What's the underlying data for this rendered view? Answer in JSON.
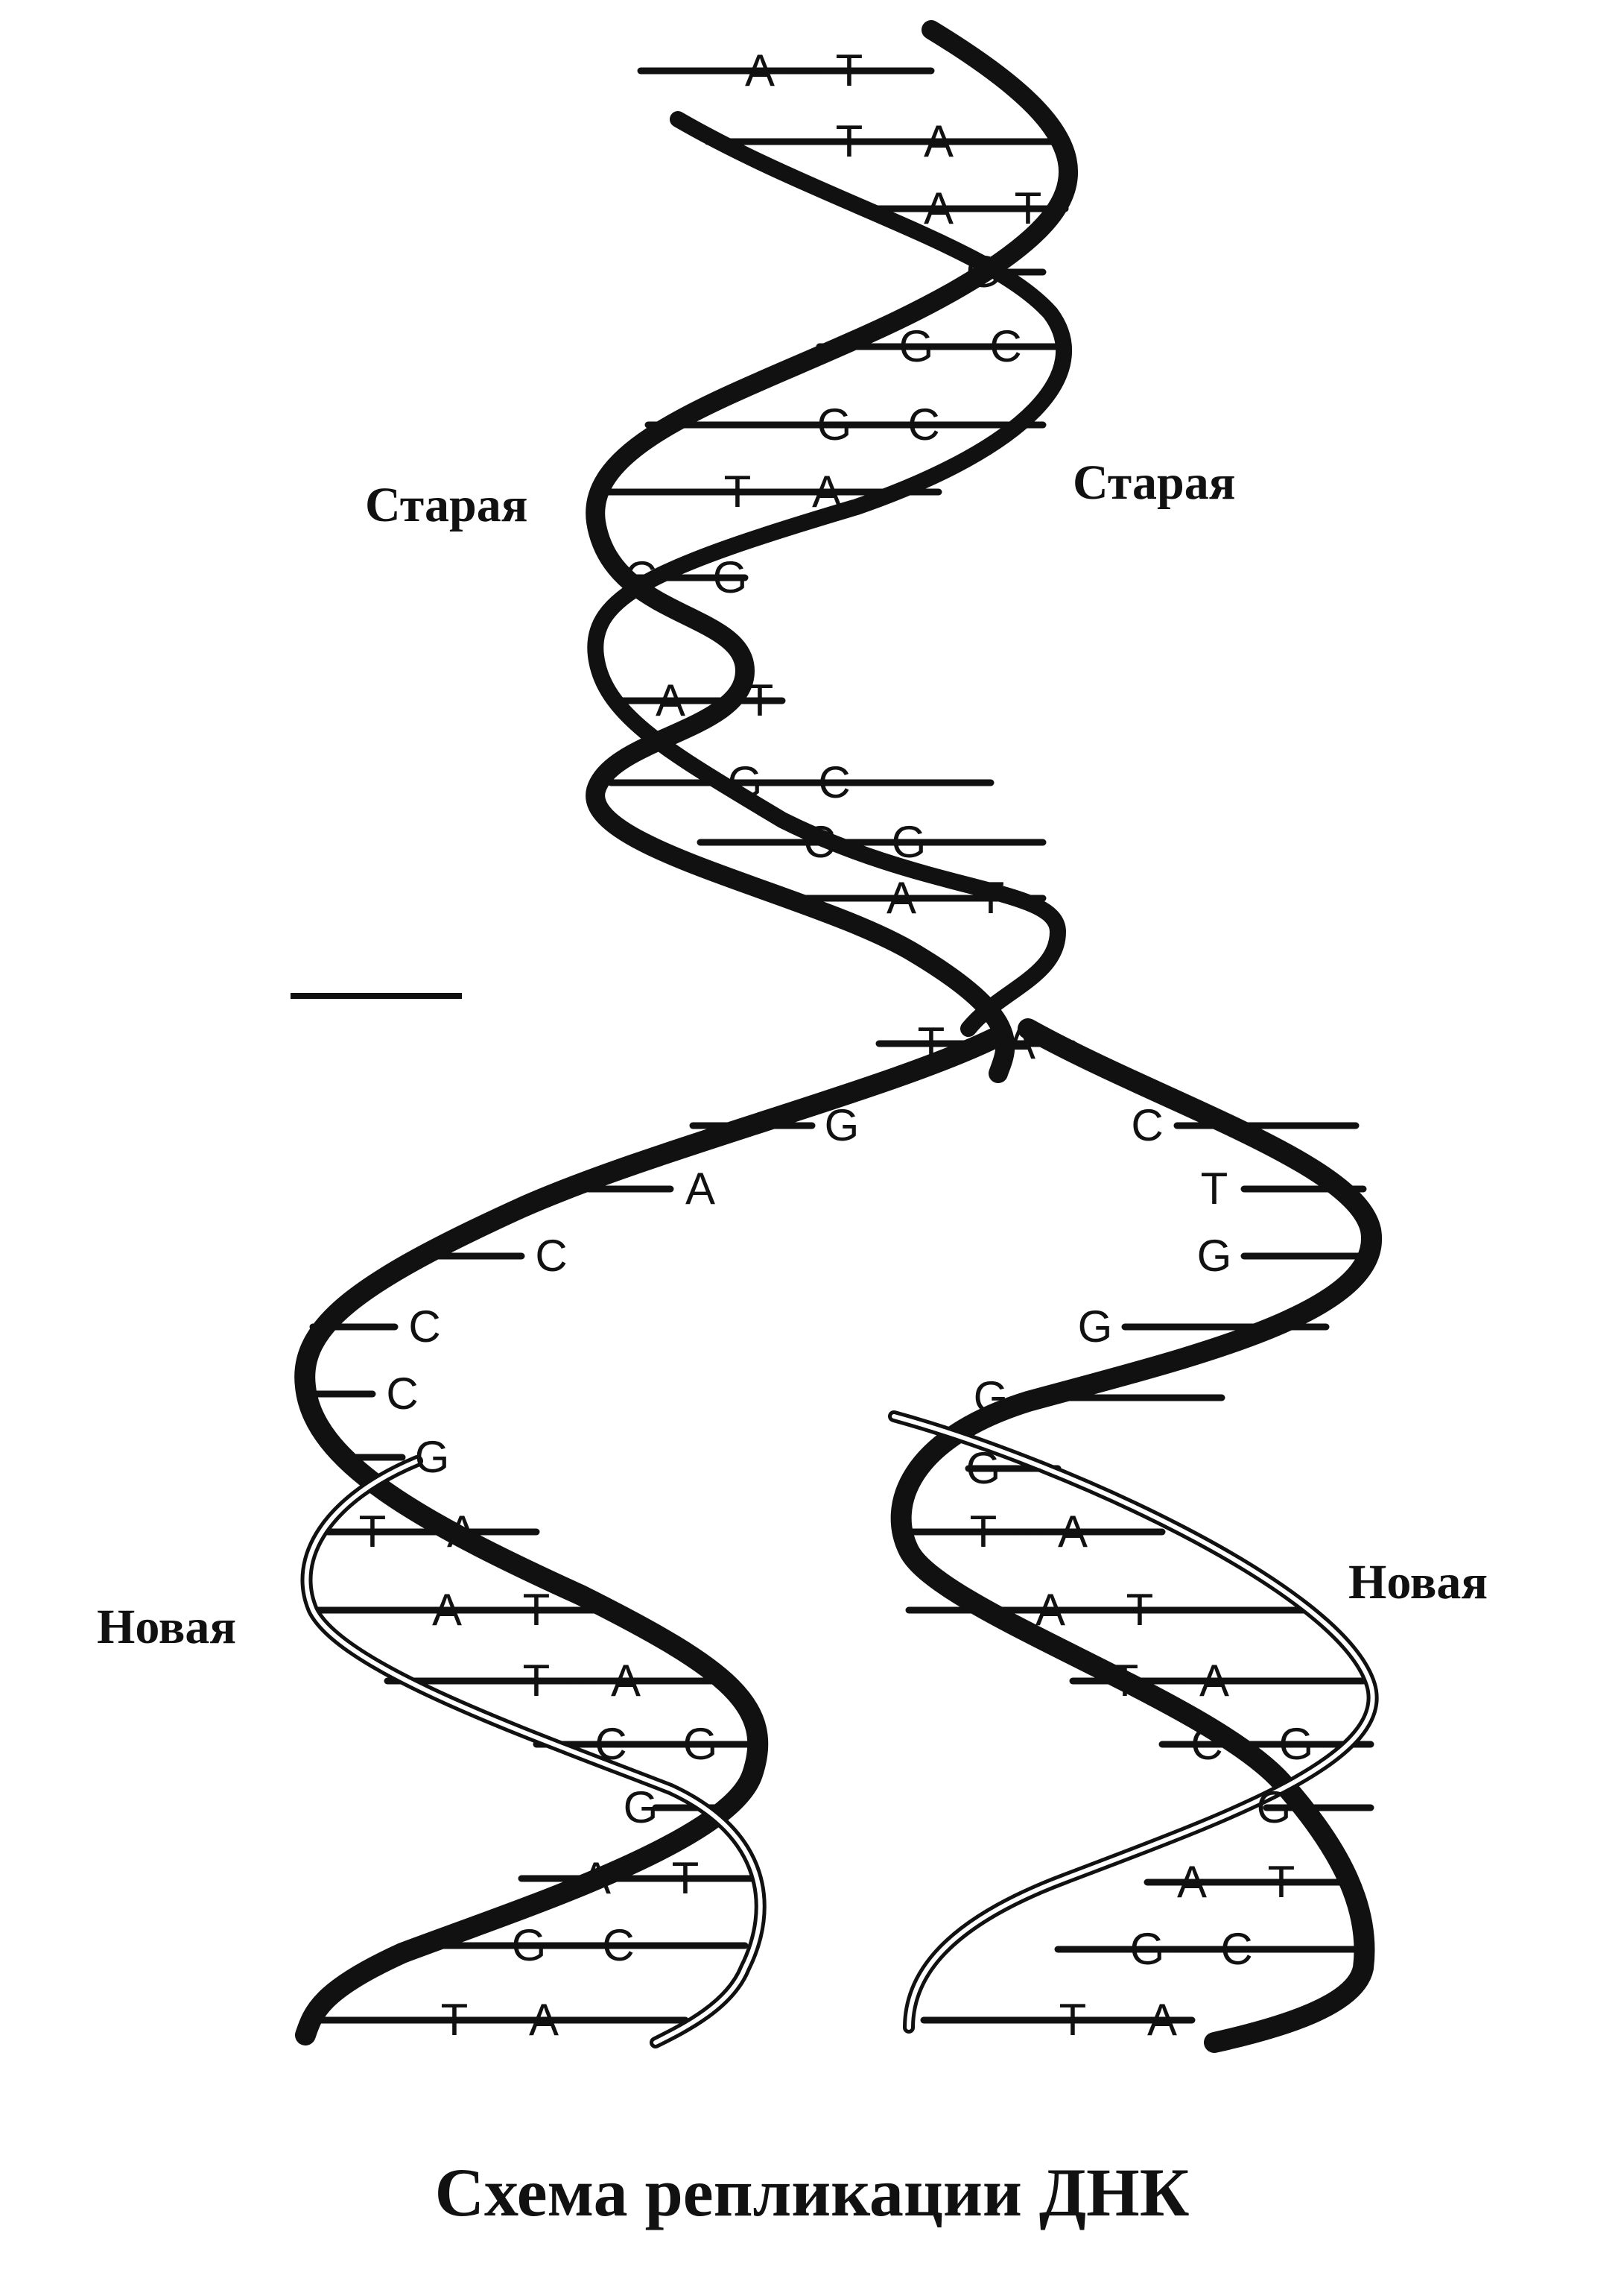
{
  "title": "Схема репликации ДНК",
  "labels": {
    "old_left": "Старая",
    "old_right": "Старая",
    "new_left": "Новая",
    "new_right": "Новая"
  },
  "pair_separator": "···",
  "parent_pairs": [
    [
      "A",
      "T"
    ],
    [
      "T",
      "A"
    ],
    [
      "A",
      "T"
    ],
    [
      "G",
      ""
    ],
    [
      "G",
      "C"
    ],
    [
      "G",
      "C"
    ],
    [
      "T",
      "A"
    ],
    [
      "C",
      "G"
    ],
    [
      "A",
      "T"
    ],
    [
      "G",
      "C"
    ],
    [
      "C",
      "G"
    ],
    [
      "A",
      "T"
    ],
    [
      "T",
      "A"
    ]
  ],
  "unpaired_left": [
    "G",
    "A",
    "C",
    "C",
    "C",
    "G"
  ],
  "unpaired_right": [
    "C",
    "T",
    "G",
    "G",
    "G"
  ],
  "daughter_left_pairs": [
    [
      "T",
      "A"
    ],
    [
      "A",
      "T"
    ],
    [
      "T",
      "A"
    ],
    [
      "C",
      "G"
    ],
    [
      "G",
      ""
    ],
    [
      "A",
      "T"
    ],
    [
      "G",
      "C"
    ],
    [
      "T",
      "A"
    ]
  ],
  "daughter_right_pairs": [
    [
      "G",
      ""
    ],
    [
      "T",
      "A"
    ],
    [
      "A",
      "T"
    ],
    [
      "T",
      "A"
    ],
    [
      "C",
      "G"
    ],
    [
      "G",
      ""
    ],
    [
      "A",
      "T"
    ],
    [
      "G",
      "C"
    ],
    [
      "T",
      "A"
    ]
  ],
  "colors": {
    "ink": "#111111",
    "paper": "#ffffff"
  }
}
